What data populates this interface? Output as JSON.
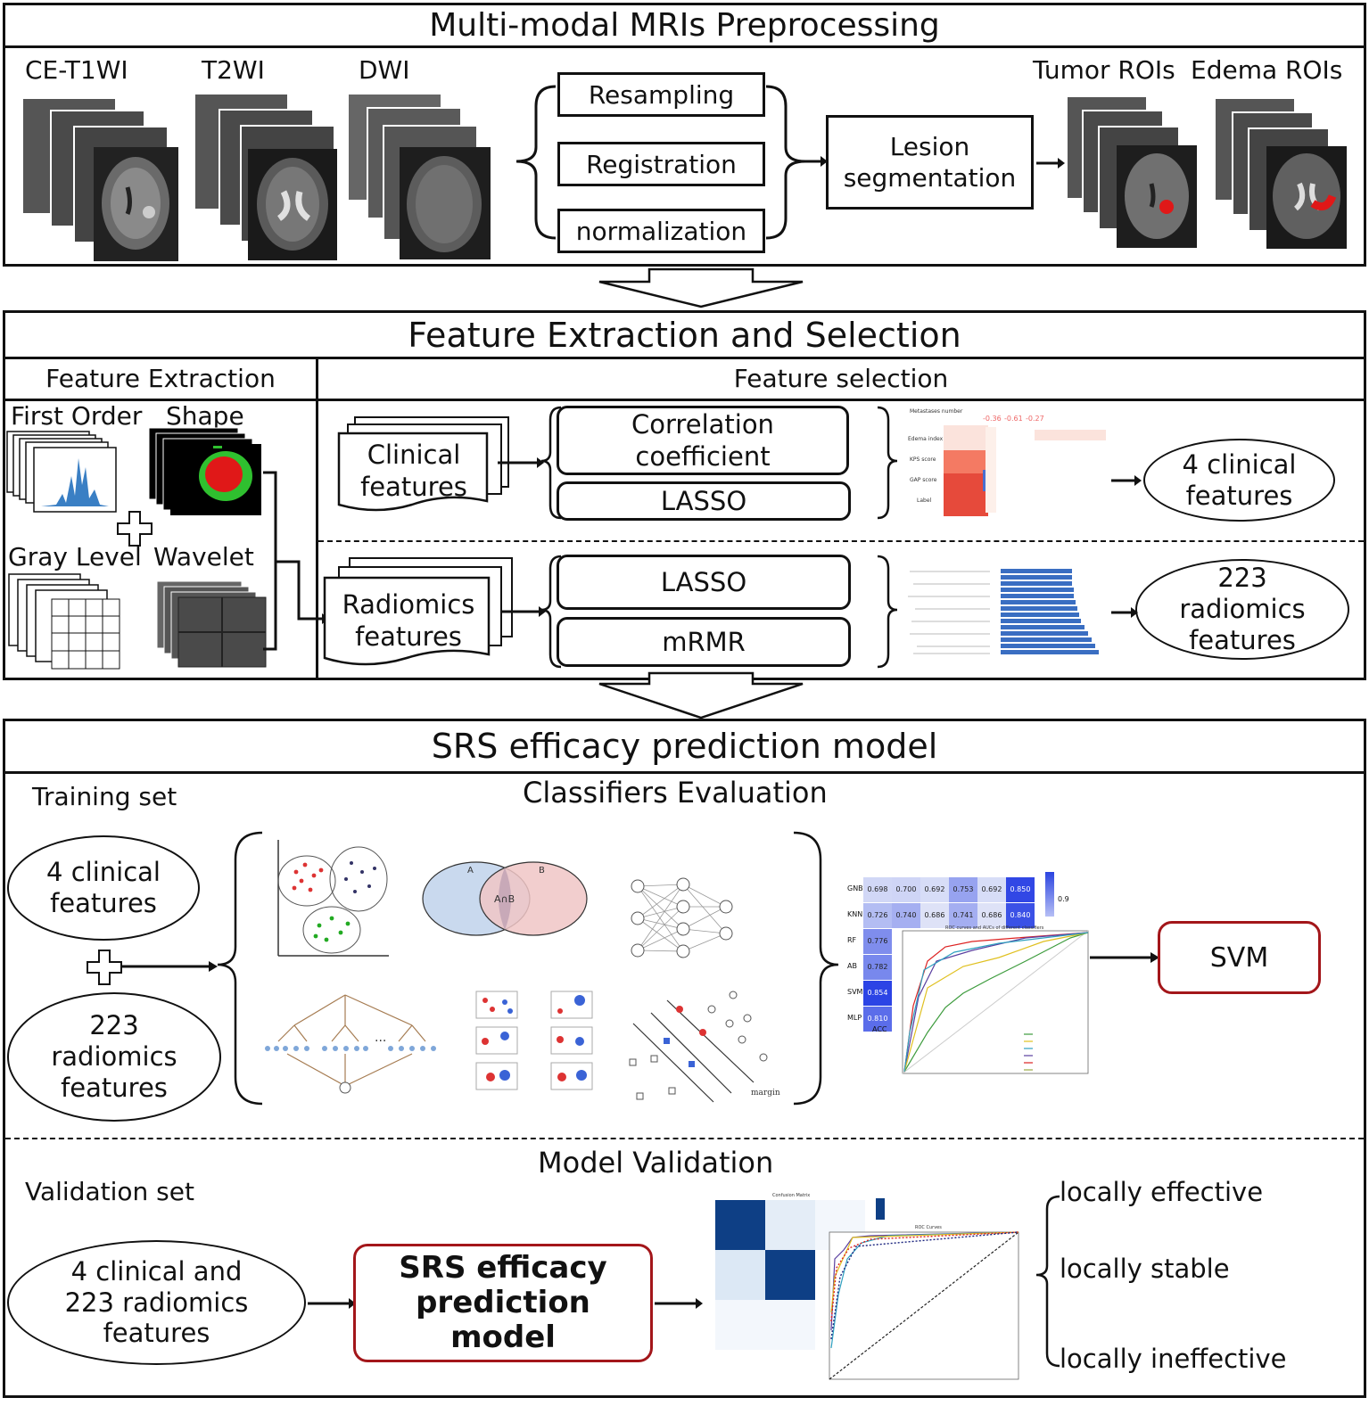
{
  "section1": {
    "title": "Multi-modal MRIs Preprocessing",
    "modalities": [
      "CE-T1WI",
      "T2WI",
      "DWI"
    ],
    "steps": [
      "Resampling",
      "Registration",
      "normalization"
    ],
    "segmentation": "Lesion segmentation",
    "rois": [
      "Tumor ROIs",
      "Edema ROIs"
    ]
  },
  "section2": {
    "title": "Feature Extraction and Selection",
    "extraction_header": "Feature Extraction",
    "selection_header": "Feature selection",
    "feature_types": [
      "First Order",
      "Shape",
      "Gray Level",
      "Wavelet"
    ],
    "clinical_doc": "Clinical features",
    "radiomics_doc": "Radiomics features",
    "clinical_methods": [
      "Correlation coefficient",
      "LASSO"
    ],
    "radiomics_methods": [
      "LASSO",
      "mRMR"
    ],
    "clinical_result": "4 clinical features",
    "radiomics_result": "223 radiomics features",
    "corr_labels": [
      "Metastases number",
      "Edema index",
      "KPS score",
      "GAP score",
      "Label"
    ],
    "corr_values": [
      "-0.36",
      "-0.61",
      "-0.27"
    ]
  },
  "section3": {
    "title": "SRS efficacy prediction model",
    "training_label": "Training set",
    "classifiers_label": "Classifiers Evaluation",
    "input_clinical": "4 clinical features",
    "input_radiomics": "223 radiomics features",
    "venn": {
      "a": "A",
      "b": "B",
      "ab": "A∩B"
    },
    "svm_margin": "margin",
    "heatmap": {
      "rows": [
        {
          "label": "GNB",
          "values": [
            "0.698",
            "0.700",
            "0.692",
            "0.753",
            "0.692",
            "0.850"
          ]
        },
        {
          "label": "KNN",
          "values": [
            "0.726",
            "0.740",
            "0.686",
            "0.741",
            "0.686",
            "0.840"
          ]
        },
        {
          "label": "RF",
          "values": [
            "0.776"
          ]
        },
        {
          "label": "AB",
          "values": [
            "0.782"
          ]
        },
        {
          "label": "SVM",
          "values": [
            "0.854"
          ]
        },
        {
          "label": "MLP",
          "values": [
            "0.810"
          ]
        }
      ],
      "col_label": "ACC",
      "scale": "0.9",
      "roc_title": "ROC curves and AUCs of different classifiers"
    },
    "chosen": "SVM",
    "validation_label": "Model Validation",
    "validation_set": "Validation set",
    "validation_input": "4 clinical and 223 radiomics features",
    "model": "SRS efficacy prediction model",
    "confusion_title": "Confusion Matrix",
    "roc2_title": "ROC Curves",
    "outcomes": [
      "locally effective",
      "locally stable",
      "locally ineffective"
    ]
  }
}
